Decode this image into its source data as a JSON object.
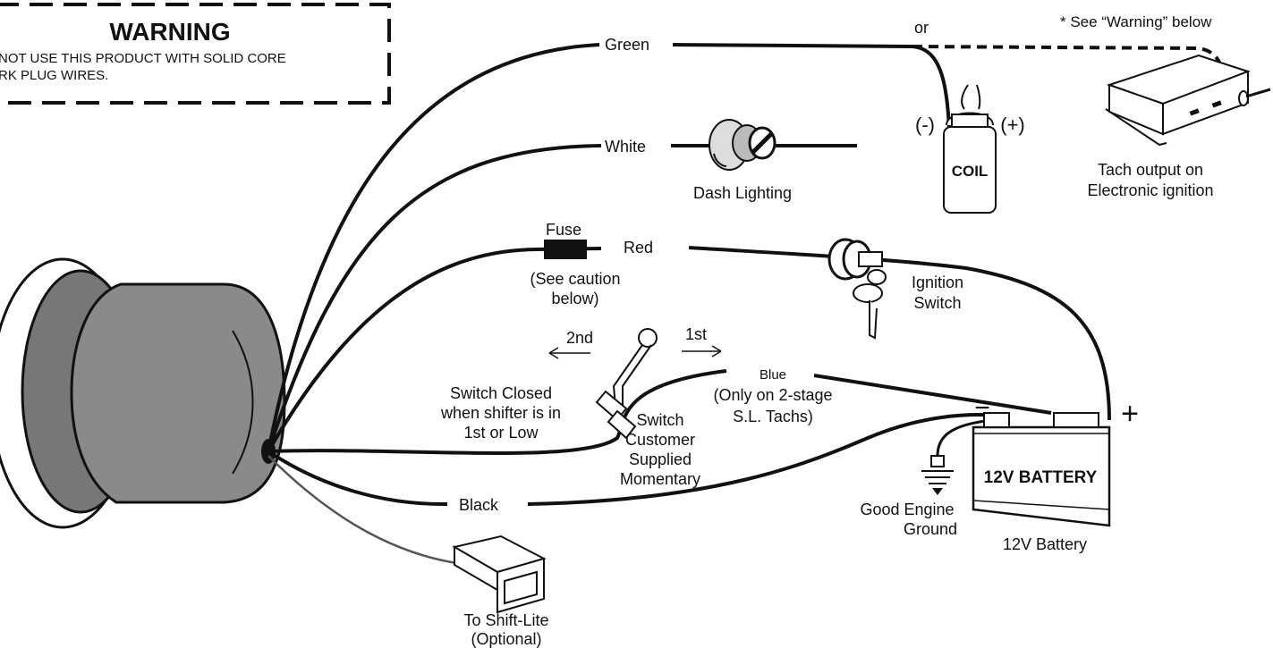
{
  "warning": {
    "title": "WARNING",
    "line1": "NOT USE THIS PRODUCT WITH SOLID CORE",
    "line2": "RK PLUG WIRES."
  },
  "wires": {
    "green": "Green",
    "white": "White",
    "red": "Red",
    "blue": "Blue",
    "blue_note1": "(Only on 2-stage",
    "blue_note2": "S.L. Tachs)",
    "black": "Black"
  },
  "fuse": {
    "label": "Fuse",
    "caution1": "(See caution",
    "caution2": "below)"
  },
  "coil": {
    "text": "COIL",
    "neg": "(-)",
    "pos": "(+)",
    "or": "or"
  },
  "electronic": {
    "see_warning": "* See “Warning” below",
    "caption1": "Tach output on",
    "caption2": "Electronic ignition"
  },
  "dash": {
    "caption": "Dash Lighting"
  },
  "ignition": {
    "caption1": "Ignition",
    "caption2": "Switch"
  },
  "shifter": {
    "second": "2nd",
    "first": "1st",
    "closed1": "Switch Closed",
    "closed2": "when shifter is in",
    "closed3": "1st or Low",
    "cust1": "Switch",
    "cust2": "Customer",
    "cust3": "Supplied",
    "cust4": "Momentary"
  },
  "battery": {
    "text": "12V BATTERY",
    "caption": "12V Battery",
    "plus": "+",
    "minus": "−"
  },
  "ground": {
    "caption1": "Good Engine",
    "caption2": "Ground"
  },
  "shiftlite": {
    "caption1": "To Shift-Lite",
    "caption2": "(Optional)"
  }
}
